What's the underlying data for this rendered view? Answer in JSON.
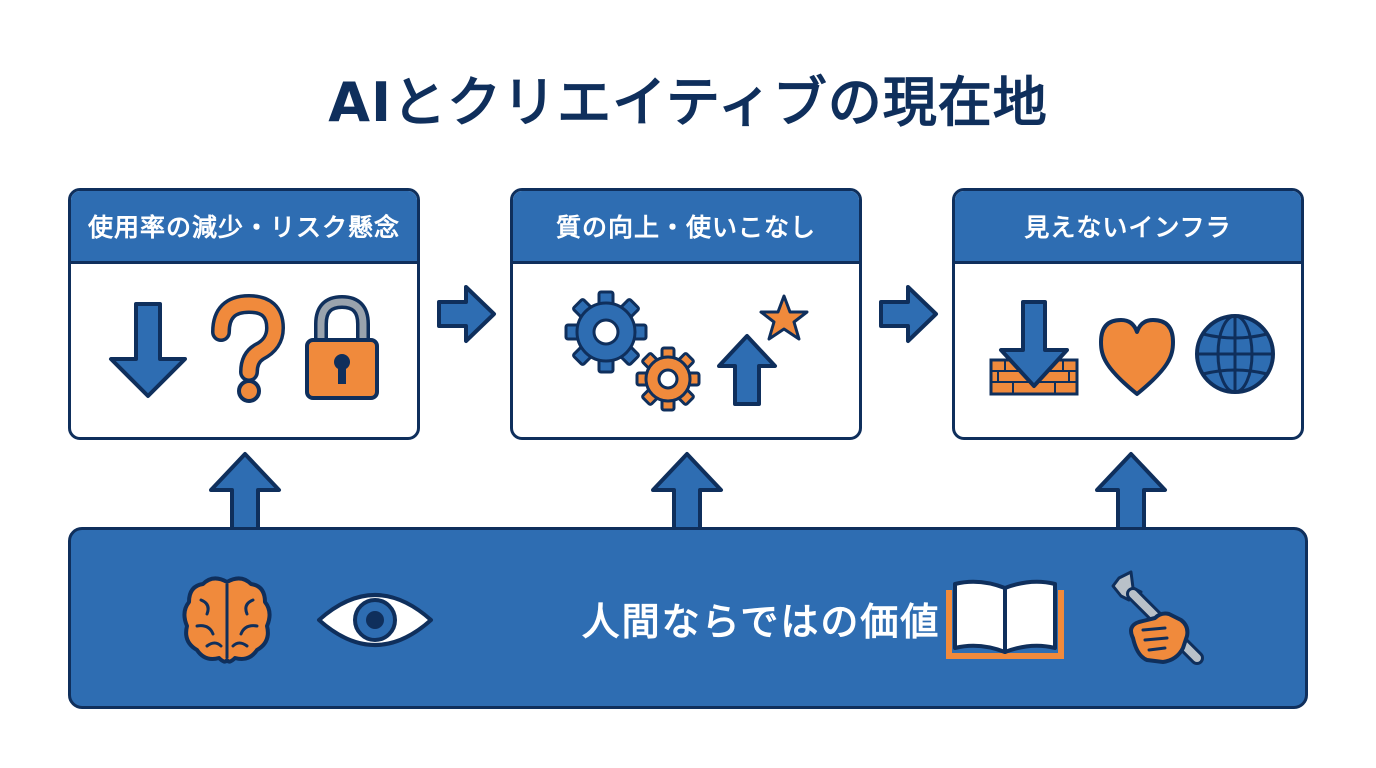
{
  "title": "AIとクリエイティブの現在地",
  "cards": [
    {
      "header": "使用率の減少・リスク懸念",
      "icons": [
        "down-arrow-icon",
        "question-mark-icon",
        "padlock-icon"
      ]
    },
    {
      "header": "質の向上・使いこなし",
      "icons": [
        "gears-icon",
        "up-arrow-icon",
        "star-icon"
      ]
    },
    {
      "header": "見えないインフラ",
      "icons": [
        "down-arrow-into-wall-icon",
        "heart-icon",
        "globe-icon"
      ]
    }
  ],
  "foundation": {
    "label": "人間ならではの価値",
    "icons": [
      "brain-icon",
      "eye-icon",
      "open-book-icon",
      "hand-wrench-icon"
    ]
  },
  "colors": {
    "navy": "#0f2f5c",
    "blue": "#2e6db2",
    "orange": "#f08a3c"
  }
}
